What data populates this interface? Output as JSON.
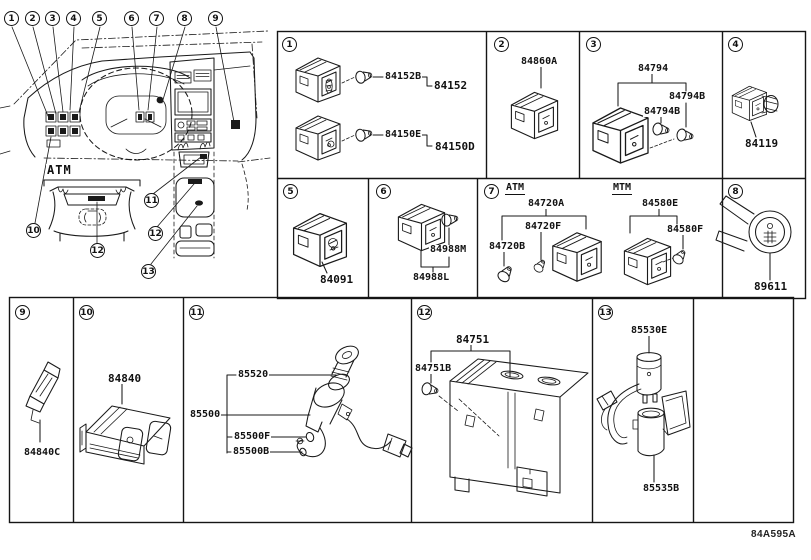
{
  "doc": {
    "drawing_code": "84A595A"
  },
  "colors": {
    "ink": "#1a1a1a",
    "background": "#ffffff"
  },
  "overview": {
    "atm_label": "ATM",
    "callouts": [
      "1",
      "2",
      "3",
      "4",
      "5",
      "6",
      "7",
      "8",
      "9",
      "10",
      "11",
      "12",
      "12",
      "13"
    ]
  },
  "cells": [
    {
      "no": "1",
      "parts": {
        "p0": "84152B",
        "p1": "84152",
        "p2": "84150E",
        "p3": "84150D"
      }
    },
    {
      "no": "2",
      "parts": {
        "p0": "84860A"
      }
    },
    {
      "no": "3",
      "parts": {
        "p0": "84794",
        "p1": "84794B",
        "p2": "84794B"
      }
    },
    {
      "no": "4",
      "parts": {
        "p0": "84119"
      }
    },
    {
      "no": "5",
      "parts": {
        "p0": "84091"
      }
    },
    {
      "no": "6",
      "parts": {
        "p0": "84988M",
        "p1": "84988L"
      }
    },
    {
      "no": "7",
      "headers": {
        "left": "ATM",
        "right": "MTM"
      },
      "parts": {
        "p0": "84720A",
        "p1": "84720F",
        "p2": "84720B",
        "p3": "84580E",
        "p4": "84580F"
      }
    },
    {
      "no": "8",
      "parts": {
        "p0": "89611"
      }
    },
    {
      "no": "9",
      "parts": {
        "p0": "84840C"
      }
    },
    {
      "no": "10",
      "parts": {
        "p0": "84840"
      }
    },
    {
      "no": "11",
      "parts": {
        "p0": "85520",
        "p1": "85500",
        "p2": "85500F",
        "p3": "85500B"
      }
    },
    {
      "no": "12",
      "parts": {
        "p0": "84751",
        "p1": "84751B"
      }
    },
    {
      "no": "13",
      "parts": {
        "p0": "85530E",
        "p1": "85535B"
      }
    }
  ]
}
